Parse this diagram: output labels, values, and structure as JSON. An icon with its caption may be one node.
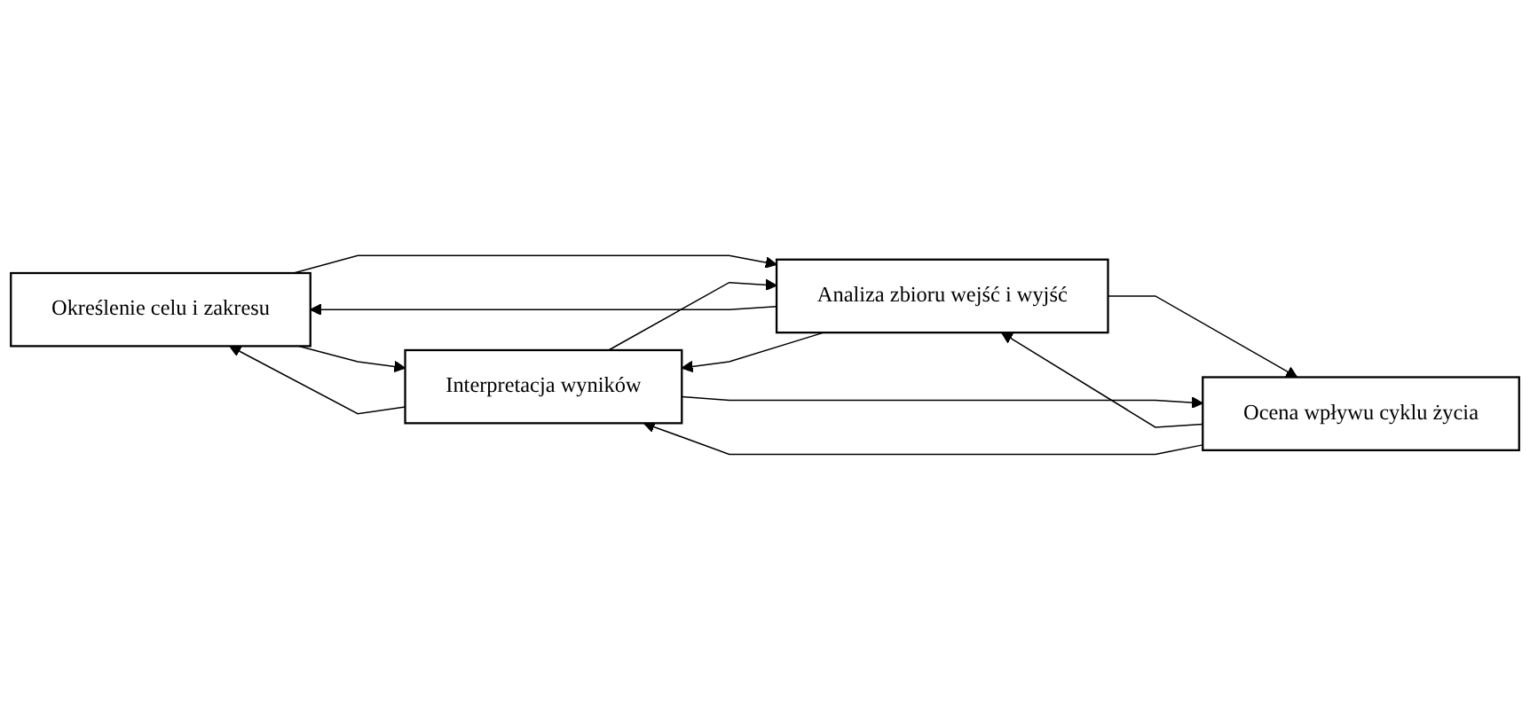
{
  "diagram": {
    "nodes": [
      {
        "text": [
          "Określenie celu i zakresu"
        ]
      },
      {
        "text": [
          "Analiza zbioru wejść i wyjść"
        ]
      },
      {
        "text": [
          "Ocena wpływu cyklu życia"
        ]
      },
      {
        "text": [
          "Interpretacja wyników"
        ]
      }
    ],
    "edges": [
      {
        "from": 3,
        "to": 0,
        "arrow": "to"
      },
      {
        "from": 0,
        "to": 3,
        "arrow": "to"
      },
      {
        "from": 0,
        "to": 1,
        "arrow": "to"
      },
      {
        "from": 1,
        "to": 0,
        "arrow": "to"
      },
      {
        "from": 3,
        "to": 1,
        "arrow": "to"
      },
      {
        "from": 1,
        "to": 3,
        "arrow": "to"
      },
      {
        "from": 1,
        "to": 2,
        "arrow": "to"
      },
      {
        "from": 2,
        "to": 1,
        "arrow": "to"
      },
      {
        "from": 3,
        "to": 2,
        "arrow": "to"
      },
      {
        "from": 2,
        "to": 3,
        "arrow": "to"
      }
    ]
  }
}
